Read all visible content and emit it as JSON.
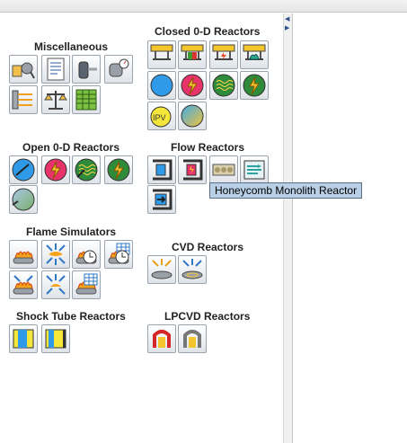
{
  "tooltip": "Honeycomb Monolith Reactor",
  "groups": {
    "misc": {
      "title": "Miscellaneous",
      "icons": [
        "gas-mixer-icon",
        "text-document-icon",
        "gas-cylinder-icon",
        "pressure-gauge-icon",
        "stream-splitter-icon",
        "balance-scale-icon",
        "spreadsheet-table-icon"
      ]
    },
    "closed": {
      "title": "Closed 0-D Reactors",
      "icons": [
        "closed-piston-reactor-icon",
        "closed-piston-striped-reactor-icon",
        "closed-piston-spark-reactor-icon",
        "closed-piston-flame-reactor-icon",
        "closed-homogeneous-reactor-icon",
        "closed-plasma-reactor-icon",
        "closed-pfr-wave-reactor-icon",
        "closed-partial-stirred-reactor-icon",
        "ipv-reactor-icon",
        "closed-surface-reactor-icon"
      ]
    },
    "open": {
      "title": "Open 0-D Reactors",
      "icons": [
        "perfectly-stirred-reactor-icon",
        "open-plasma-reactor-icon",
        "open-stirred-wave-reactor-icon",
        "open-partial-stirred-reactor-icon",
        "chemical-vapor-reactor-icon"
      ]
    },
    "flow": {
      "title": "Flow Reactors",
      "icons": [
        "plug-flow-reactor-icon",
        "plasma-flow-reactor-icon",
        "honeycomb-monolith-reactor-icon",
        "shear-flow-reactor-icon",
        "cylindrical-shear-flow-reactor-icon"
      ]
    },
    "flame": {
      "title": "Flame Simulators",
      "icons": [
        "burner-stabilized-flame-icon",
        "opposed-flow-flame-icon",
        "flame-speed-calculator-icon",
        "flame-speed-table-icon",
        "stagnation-flow-flame-icon",
        "premixed-opposed-flame-icon",
        "diffusion-flame-table-icon"
      ]
    },
    "cvd": {
      "title": "CVD Reactors",
      "icons": [
        "stagnation-flow-cvd-icon",
        "rotating-disk-cvd-icon"
      ]
    },
    "shock": {
      "title": "Shock Tube Reactors",
      "icons": [
        "incident-shock-icon",
        "reflected-shock-icon"
      ]
    },
    "lpcvd": {
      "title": "LPCVD Reactors",
      "icons": [
        "lpcvd-heated-reactor-icon",
        "lpcvd-reactor-icon"
      ]
    }
  }
}
